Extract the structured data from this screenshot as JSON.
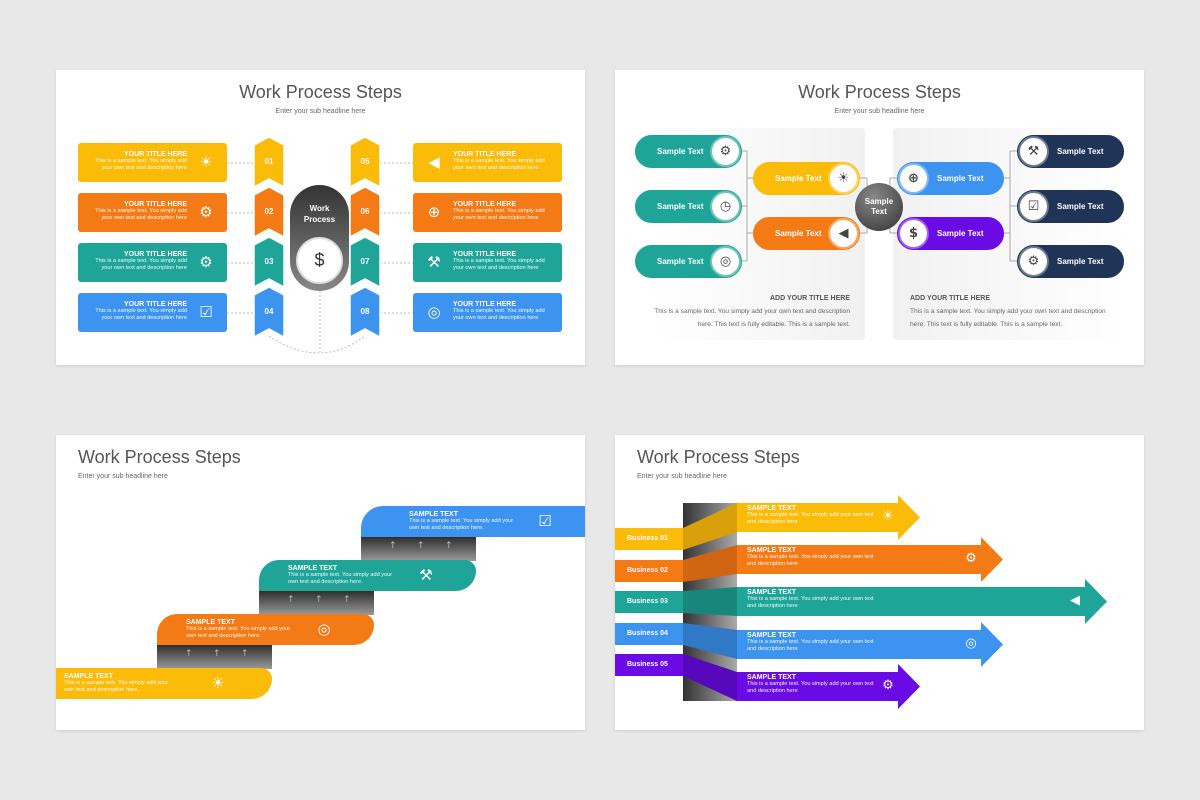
{
  "background": "#e9e8e9",
  "colors": {
    "yellow": "#fbbb09",
    "orange": "#f37a15",
    "teal": "#1ea597",
    "blue": "#3d93f0",
    "purple": "#6a0be6",
    "navy": "#1f3457",
    "dark": "#4a4a4a"
  },
  "slide1": {
    "title": "Work Process Steps",
    "subtitle": "Enter your sub headline here",
    "center_label": "Work Process",
    "center_icon": "money-hand-icon",
    "left": [
      {
        "num": "01",
        "title": "YOUR TITLE HERE",
        "text": "This is a sample text. You simply add your own text and description here",
        "icon": "lightbulb-icon",
        "glyph": "☀"
      },
      {
        "num": "02",
        "title": "YOUR TITLE HERE",
        "text": "This is a sample text. You simply add your own text and description here",
        "icon": "gear-clock-icon",
        "glyph": "⚙"
      },
      {
        "num": "03",
        "title": "YOUR TITLE HERE",
        "text": "This is a sample text. You simply add your own text and description here",
        "icon": "gears-search-icon",
        "glyph": "⚙"
      },
      {
        "num": "04",
        "title": "YOUR TITLE HERE",
        "text": "This is a sample text. You simply add your own text and description here",
        "icon": "presenter-checklist-icon",
        "glyph": "☑"
      }
    ],
    "right": [
      {
        "num": "05",
        "title": "YOUR TITLE HERE",
        "text": "This is a sample text. You simply add your own text and description here",
        "icon": "megaphone-icon",
        "glyph": "◀"
      },
      {
        "num": "06",
        "title": "YOUR TITLE HERE",
        "text": "This is a sample text. You simply add your own text and description here",
        "icon": "target-search-icon",
        "glyph": "⊕"
      },
      {
        "num": "07",
        "title": "YOUR TITLE HERE",
        "text": "This is a sample text. You simply add your own text and description here",
        "icon": "tools-icon",
        "glyph": "⚒"
      },
      {
        "num": "08",
        "title": "YOUR TITLE HERE",
        "text": "This is a sample text. You simply add your own text and description here",
        "icon": "target-icon",
        "glyph": "◎"
      }
    ]
  },
  "slide2": {
    "title": "Work Process Steps",
    "subtitle": "Enter your sub headline here",
    "center_label": "Sample Text",
    "outer_left": [
      {
        "label": "Sample Text",
        "icon": "gear-clock-icon",
        "glyph": "⚙"
      },
      {
        "label": "Sample Text",
        "icon": "alarm-clock-icon",
        "glyph": "◷"
      },
      {
        "label": "Sample Text",
        "icon": "target-icon",
        "glyph": "◎"
      }
    ],
    "inner_left": [
      {
        "label": "Sample Text",
        "icon": "lightbulb-icon",
        "glyph": "☀"
      },
      {
        "label": "Sample Text",
        "icon": "megaphone-icon",
        "glyph": "◀"
      }
    ],
    "inner_right": [
      {
        "label": "Sample Text",
        "icon": "target-search-icon",
        "glyph": "⊕"
      },
      {
        "label": "Sample Text",
        "icon": "money-hand-icon",
        "glyph": "$"
      }
    ],
    "outer_right": [
      {
        "label": "Sample Text",
        "icon": "tools-icon",
        "glyph": "⚒"
      },
      {
        "label": "Sample Text",
        "icon": "presenter-checklist-icon",
        "glyph": "☑"
      },
      {
        "label": "Sample Text",
        "icon": "gears-search-icon",
        "glyph": "⚙"
      }
    ],
    "left_note": {
      "title": "ADD YOUR TITLE HERE",
      "text": "This is a sample text. You simply add your own text and description here. This text is fully editable. This is a sample text."
    },
    "right_note": {
      "title": "ADD YOUR TITLE HERE",
      "text": "This is a sample text. You simply add your own text and description here. This text is fully editable. This is a sample text."
    }
  },
  "slide3": {
    "title": "Work Process Steps",
    "subtitle": "Enter your sub headline here",
    "steps": [
      {
        "title": "SAMPLE TEXT",
        "text": "This is a sample text. You simply add your own text and description here.",
        "icon": "lightbulb-icon",
        "glyph": "☀"
      },
      {
        "title": "SAMPLE TEXT",
        "text": "This is a sample text. You simply add your own text and description here.",
        "icon": "target-icon",
        "glyph": "◎"
      },
      {
        "title": "SAMPLE TEXT",
        "text": "This is a sample text. You simply add your own text and description here.",
        "icon": "tools-icon",
        "glyph": "⚒"
      },
      {
        "title": "SAMPLE TEXT",
        "text": "This is a sample text. You simply add your own text and description here.",
        "icon": "presenter-checklist-icon",
        "glyph": "☑"
      }
    ]
  },
  "slide4": {
    "title": "Work Process Steps",
    "subtitle": "Enter your sub headline here",
    "rows": [
      {
        "label": "Business 01",
        "title": "SAMPLE TEXT",
        "text": "This is a sample text. You simply add your own text and description here",
        "icon": "lightbulb-icon",
        "glyph": "☀"
      },
      {
        "label": "Business 02",
        "title": "SAMPLE TEXT",
        "text": "This is a sample text. You simply add your own text and description here",
        "icon": "gears-search-icon",
        "glyph": "⚙"
      },
      {
        "label": "Business 03",
        "title": "SAMPLE TEXT",
        "text": "This is a sample text. You simply add your own text and description here",
        "icon": "megaphone-icon",
        "glyph": "◀"
      },
      {
        "label": "Business 04",
        "title": "SAMPLE TEXT",
        "text": "This is a sample text. You simply add your own text and description here",
        "icon": "target-icon",
        "glyph": "◎"
      },
      {
        "label": "Business 05",
        "title": "SAMPLE TEXT",
        "text": "This is a sample text. You simply add your own text and description here",
        "icon": "gear-clock-icon",
        "glyph": "⚙"
      }
    ]
  }
}
